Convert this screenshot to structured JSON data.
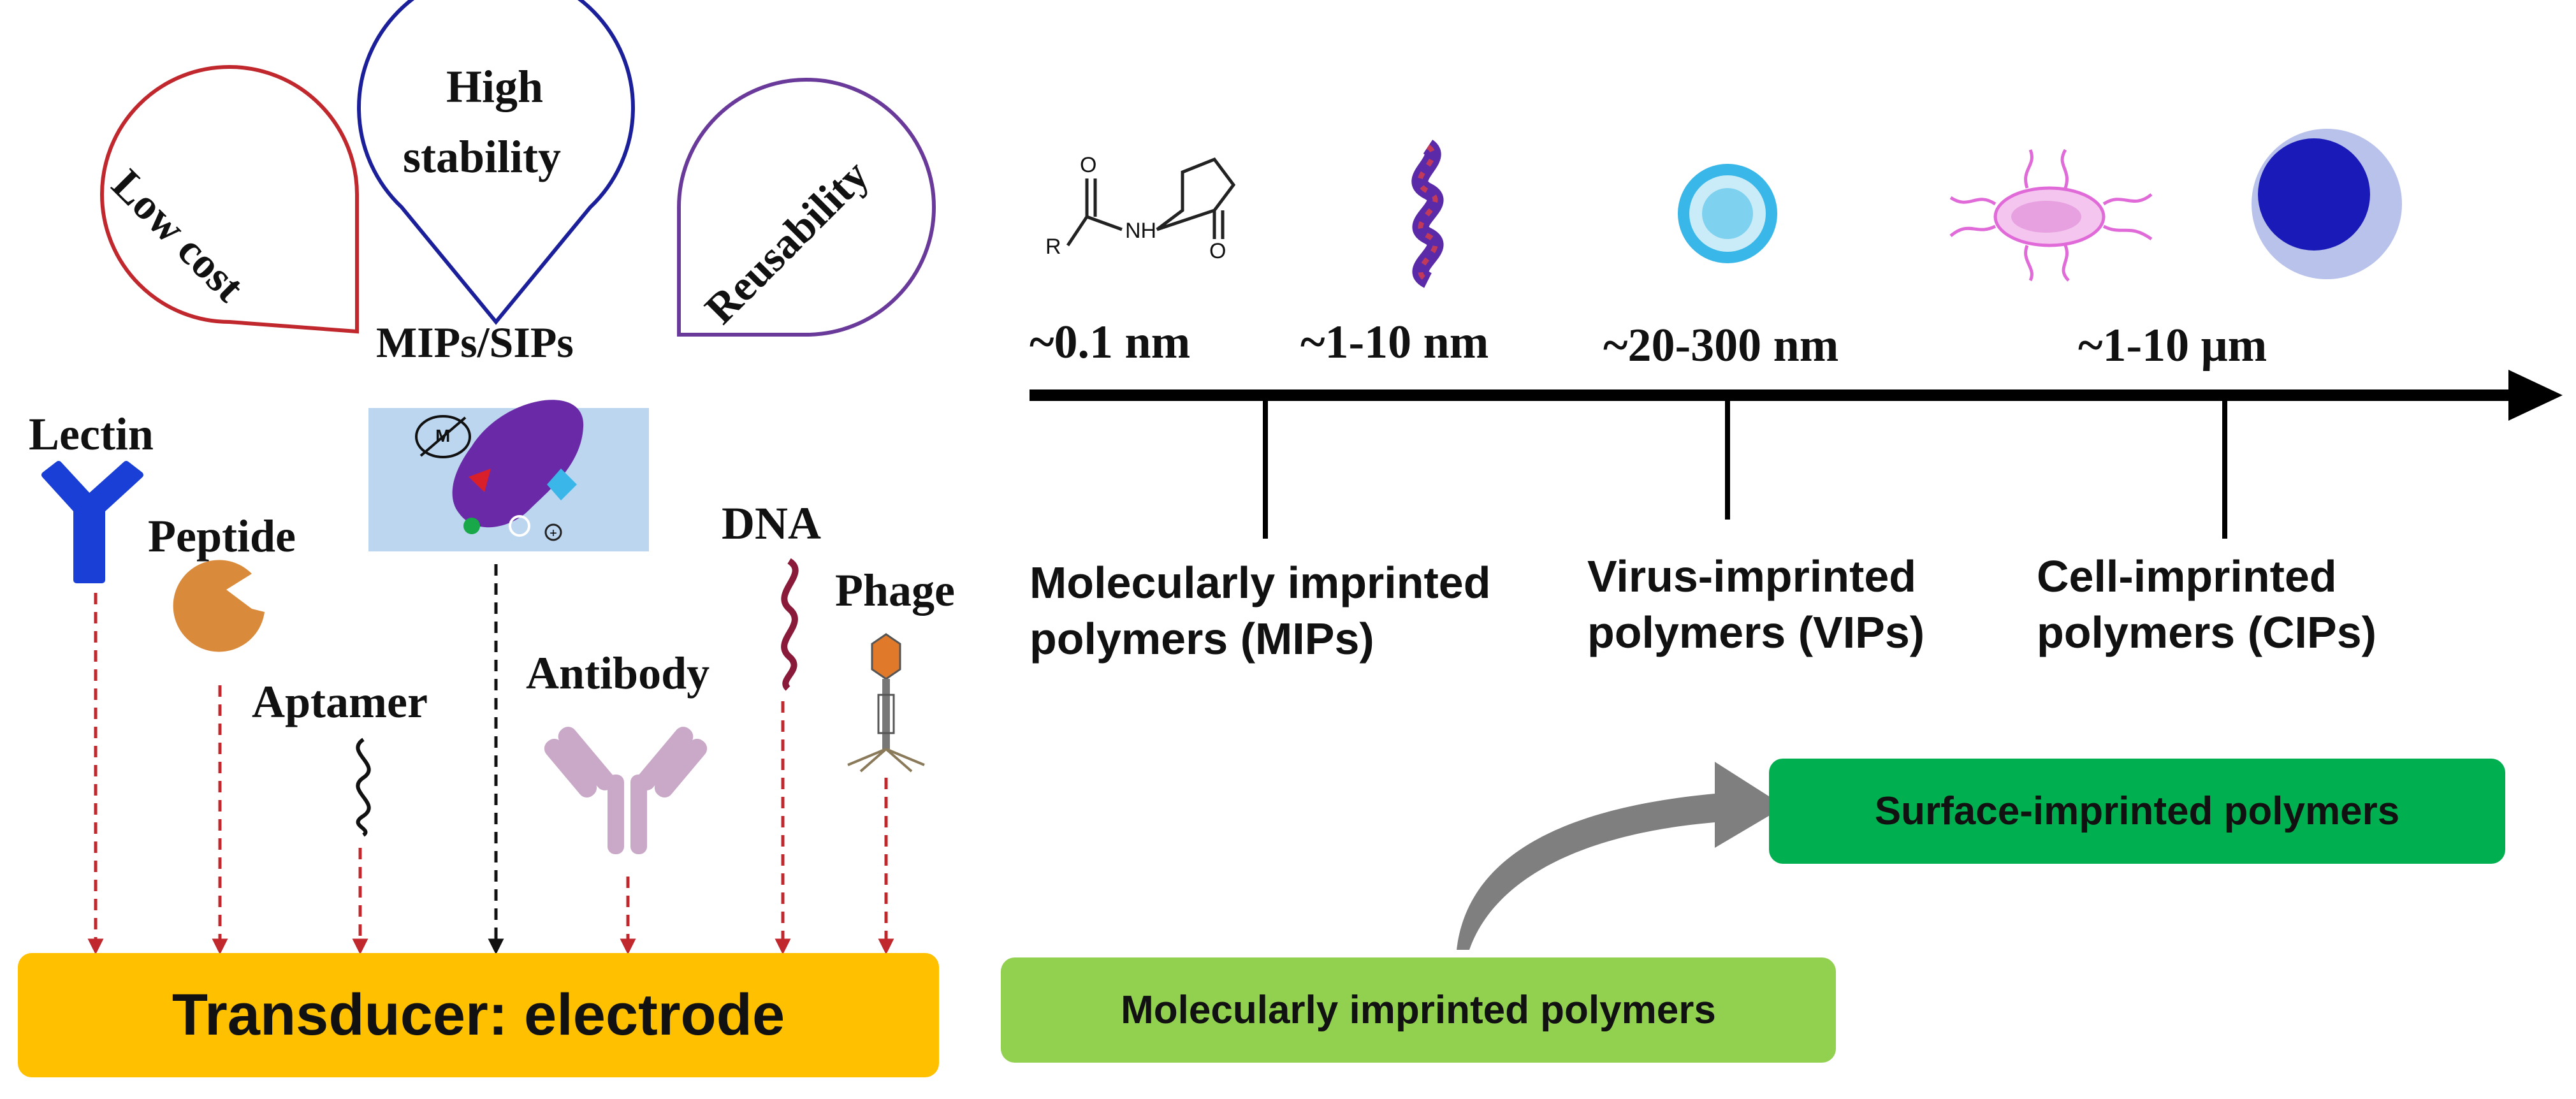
{
  "left": {
    "drops": [
      {
        "label": "Low cost",
        "color": "#c0282e"
      },
      {
        "label": "High stability",
        "line1": "High",
        "line2": "stability",
        "color": "#1b1f9a"
      },
      {
        "label": "Reusability",
        "color": "#6a3a9a"
      }
    ],
    "mips_label": "MIPs/SIPs",
    "mips_symbol": "M",
    "receptors": [
      "Lectin",
      "Peptide",
      "Aptamer",
      "Antibody",
      "DNA",
      "Phage"
    ],
    "transducer": "Transducer: electrode"
  },
  "right": {
    "scale_labels": [
      "~0.1 nm",
      "~1-10 nm",
      "~20-300 nm",
      "~1-10 μm"
    ],
    "molecule": {
      "r_label": "R",
      "nh_label": "NH",
      "o1_label": "O",
      "o2_label": "O"
    },
    "categories": [
      {
        "line1": "Molecularly imprinted",
        "line2": "polymers (MIPs)"
      },
      {
        "line1": "Virus-imprinted",
        "line2": "polymers (VIPs)"
      },
      {
        "line1": "Cell-imprinted",
        "line2": "polymers (CIPs)"
      }
    ],
    "surface_box": "Surface-imprinted polymers",
    "molecular_box": "Molecularly imprinted polymers"
  },
  "colors": {
    "transducer": "#ffc000",
    "surface_box": "#00b050",
    "molecular_box": "#92d050",
    "dash_red": "#c0282e",
    "dash_black": "#111111",
    "drop_low_cost": "#c0282e",
    "drop_high_stability": "#1b1f9a",
    "drop_reusability": "#6a3a9a",
    "lectin": "#1a3fd6",
    "peptide": "#d98a3a",
    "antibody": "#c9a8c8",
    "dna": "#8a1a3a",
    "mip_panel": "#bcd6ef",
    "mip_body": "#6a2aa8",
    "virus": "#38b7e8",
    "bacterium": "#e06ad8",
    "cell_outer": "#b8c2ea",
    "cell_nucleus": "#1a1ab8"
  }
}
